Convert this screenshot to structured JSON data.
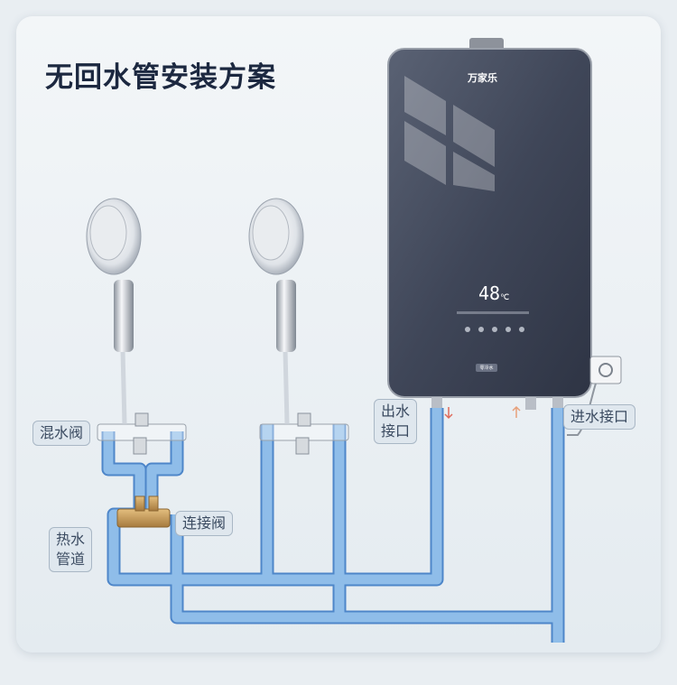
{
  "title": "无回水管安装方案",
  "heater": {
    "brand": "万家乐",
    "display_value": "48",
    "unit": "℃",
    "badge": "零冷水"
  },
  "labels": {
    "mixing_valve": "混水阀",
    "connecting_valve": "连接阀",
    "hot_water_pipe": [
      "热水",
      "管道"
    ],
    "outlet": [
      "出水",
      "接口"
    ],
    "inlet": "进水接口"
  },
  "colors": {
    "pipe": "#6fa3dd",
    "pipe_edge": "#4e86c9",
    "brass": "#c79a56",
    "heater_body": "#444b5c"
  }
}
